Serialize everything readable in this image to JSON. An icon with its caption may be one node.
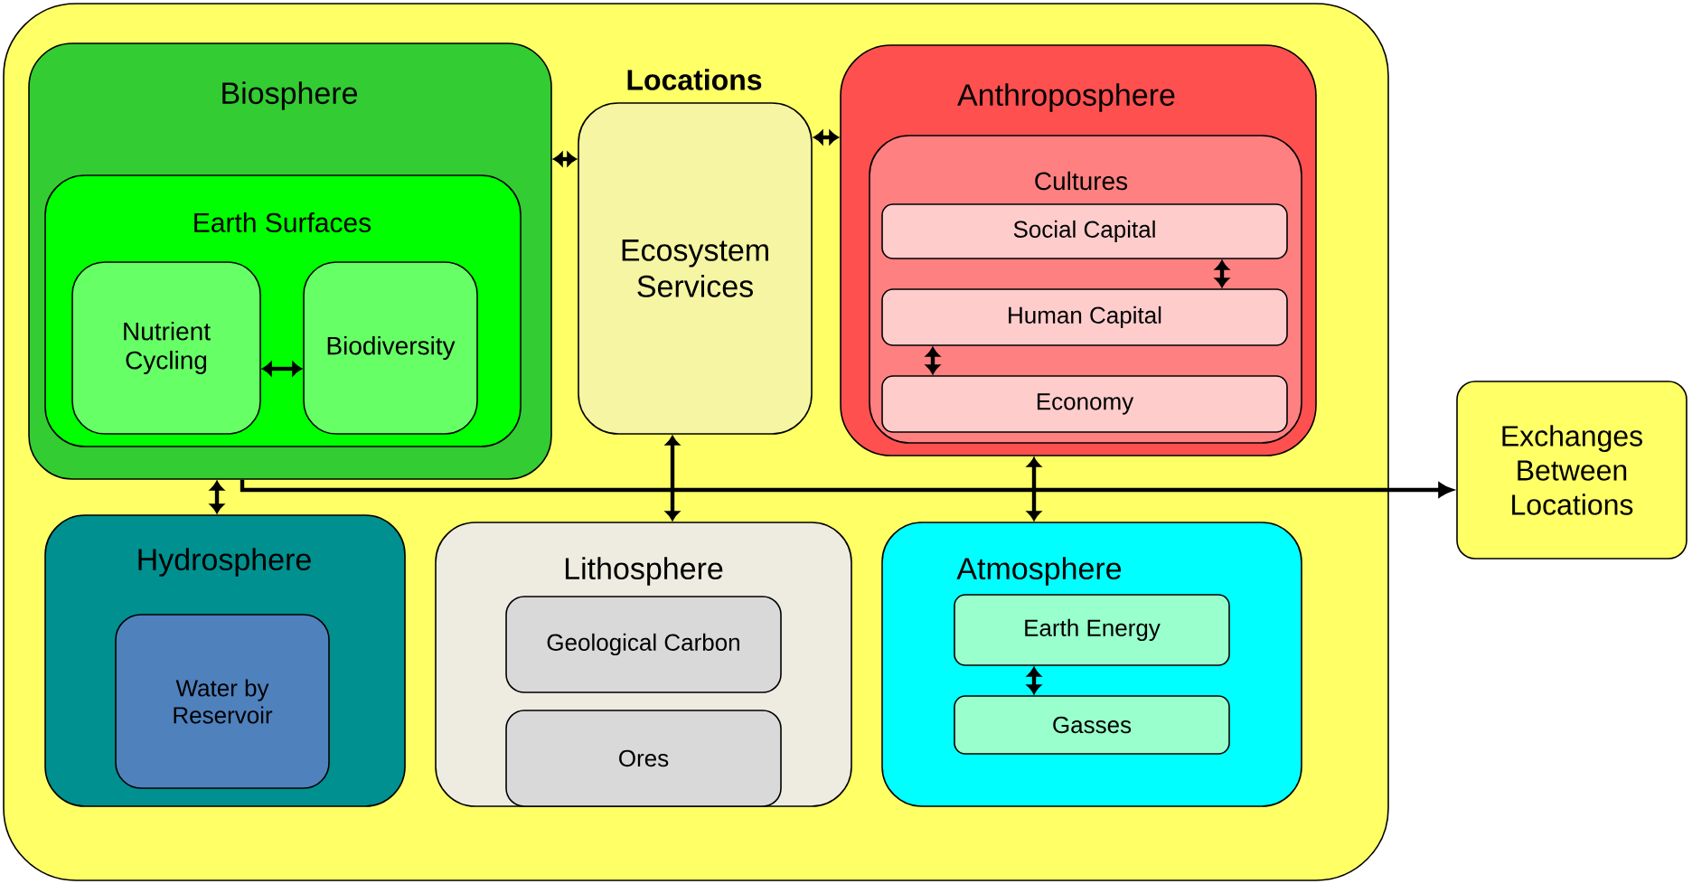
{
  "diagram": {
    "nodes": [
      {
        "text": [
          "Locations"
        ]
      },
      {
        "text": [
          "Biosphere"
        ],
        "in": 0
      },
      {
        "text": [
          "Earth Surfaces"
        ],
        "in": 1
      },
      {
        "text": [
          "Nutrient Cycling"
        ],
        "in": 2
      },
      {
        "text": [
          "Biodiversity"
        ],
        "in": 2
      },
      {
        "text": [
          "Ecosystem Services"
        ],
        "in": 0
      },
      {
        "text": [
          "Anthroposphere"
        ],
        "in": 0
      },
      {
        "text": [
          "Cultures"
        ],
        "in": 6
      },
      {
        "text": [
          "Social Capital"
        ],
        "in": 7
      },
      {
        "text": [
          "Human Capital"
        ],
        "in": 7
      },
      {
        "text": [
          "Economy"
        ],
        "in": 7
      },
      {
        "text": [
          "Hydrosphere"
        ],
        "in": 0
      },
      {
        "text": [
          "Water by Reservoir"
        ],
        "in": 11
      },
      {
        "text": [
          "Lithosphere"
        ],
        "in": 0
      },
      {
        "text": [
          "Geological Carbon"
        ],
        "in": 13
      },
      {
        "text": [
          "Ores"
        ],
        "in": 13
      },
      {
        "text": [
          "Atmosphere"
        ],
        "in": 0
      },
      {
        "text": [
          "Earth Energy"
        ],
        "in": 16
      },
      {
        "text": [
          "Gasses"
        ],
        "in": 16
      },
      {
        "text": [
          "Exchanges Between Locations"
        ]
      }
    ],
    "edges": [
      {
        "from": 3,
        "to": 4,
        "arrow": "both"
      },
      {
        "from": 1,
        "to": 5,
        "arrow": "both"
      },
      {
        "from": 5,
        "to": 6,
        "arrow": "both"
      },
      {
        "from": 8,
        "to": 9,
        "arrow": "both"
      },
      {
        "from": 9,
        "to": 10,
        "arrow": "both"
      },
      {
        "from": 17,
        "to": 18,
        "arrow": "both"
      },
      {
        "from": 1,
        "to": 11,
        "arrow": "both"
      },
      {
        "from": 5,
        "to": 13,
        "arrow": "both"
      },
      {
        "from": 6,
        "to": 16,
        "arrow": "both"
      },
      {
        "from": 1,
        "to": 19,
        "arrow": "to"
      }
    ]
  }
}
